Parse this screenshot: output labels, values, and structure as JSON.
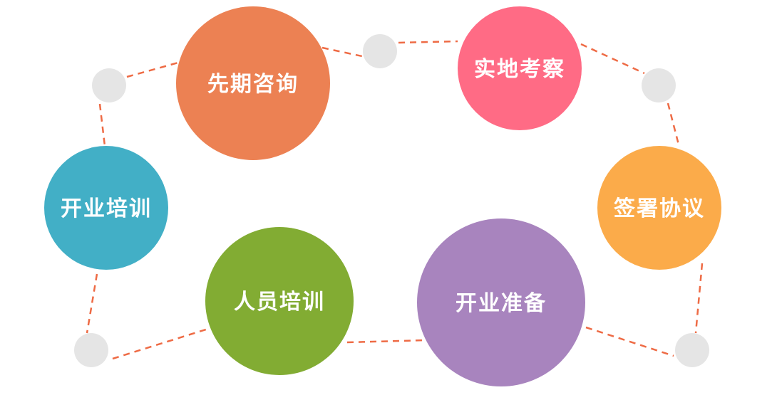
{
  "steps": [
    {
      "label": "先期咨询",
      "color": "#EC8153"
    },
    {
      "label": "实地考察",
      "color": "#FF6B85"
    },
    {
      "label": "签署协议",
      "color": "#FBAB4A"
    },
    {
      "label": "开业准备",
      "color": "#A884BE"
    },
    {
      "label": "人员培训",
      "color": "#82AC33"
    },
    {
      "label": "开业培训",
      "color": "#42AFC6"
    }
  ],
  "connector_color": "#EE6B45",
  "node_color": "#E5E5E5"
}
